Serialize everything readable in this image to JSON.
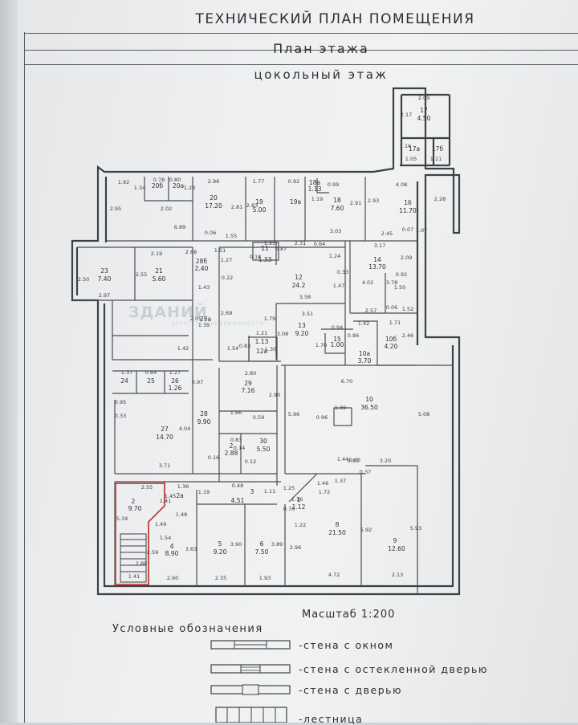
{
  "header": {
    "title": "ТЕХНИЧЕСКИЙ ПЛАН ПОМЕЩЕНИЯ",
    "subtitle": "План этажа",
    "floor": "цокольный этаж"
  },
  "watermark": {
    "text": "ЗДАНИЙ",
    "sub": "АГЕНТСТВО НЕДВИЖИМОСТИ"
  },
  "scale": "Масштаб 1:200",
  "legend": {
    "title": "Условные обозначения",
    "items": [
      {
        "symbol": "wall-window",
        "label": "-стена с окном"
      },
      {
        "symbol": "wall-glass-door",
        "label": "-стена с остекленной дверью"
      },
      {
        "symbol": "wall-door",
        "label": "-стена с дверью"
      },
      {
        "symbol": "stairs",
        "label": "-лестница"
      }
    ]
  },
  "rooms": [
    {
      "no": "17",
      "area": "4.50"
    },
    {
      "no": "17а",
      "area": ""
    },
    {
      "no": "17б",
      "area": ""
    },
    {
      "no": "20",
      "area": "17.20"
    },
    {
      "no": "20б",
      "area": ""
    },
    {
      "no": "20а",
      "area": ""
    },
    {
      "no": "19",
      "area": "5.00"
    },
    {
      "no": "19а",
      "area": ""
    },
    {
      "no": "18а",
      "area": "1.13"
    },
    {
      "no": "18",
      "area": "7.60"
    },
    {
      "no": "16",
      "area": "11.70"
    },
    {
      "no": "23",
      "area": "7.40"
    },
    {
      "no": "21",
      "area": "5.60"
    },
    {
      "no": "28б",
      "area": "2.40"
    },
    {
      "no": "11",
      "area": "1.33"
    },
    {
      "no": "12",
      "area": "24.2"
    },
    {
      "no": "14",
      "area": "13.70"
    },
    {
      "no": "13",
      "area": "9.20"
    },
    {
      "no": "15",
      "area": "1.00"
    },
    {
      "no": "10б",
      "area": "4.20"
    },
    {
      "no": "10а",
      "area": "3.70"
    },
    {
      "no": "12а",
      "area": "1.13"
    },
    {
      "no": "28а",
      "area": ""
    },
    {
      "no": "24",
      "area": ""
    },
    {
      "no": "25",
      "area": ""
    },
    {
      "no": "26",
      "area": "1.26"
    },
    {
      "no": "29",
      "area": "7.16"
    },
    {
      "no": "27",
      "area": "14.70"
    },
    {
      "no": "28",
      "area": "9.90"
    },
    {
      "no": "10",
      "area": "36.50"
    },
    {
      "no": "30",
      "area": "5.50"
    },
    {
      "no": "2",
      "area": "2.88"
    },
    {
      "no": "2",
      "area": "9.70"
    },
    {
      "no": "2а",
      "area": ""
    },
    {
      "no": "3",
      "area": "4.51"
    },
    {
      "no": "4",
      "area": "8.90"
    },
    {
      "no": "5",
      "area": "9.20"
    },
    {
      "no": "6",
      "area": "7.50"
    },
    {
      "no": "8",
      "area": "21.50"
    },
    {
      "no": "9",
      "area": "12.60"
    },
    {
      "no": "1",
      "area": "1.12"
    }
  ],
  "dimensions": [
    "2.09",
    "2.17",
    "1.16",
    "1.05",
    "1.11",
    "1.92",
    "1.34",
    "0.78",
    "0.80",
    "1.28",
    "2.96",
    "1.77",
    "0.92",
    "0.99",
    "4.08",
    "2.95",
    "2.02",
    "2.81",
    "2.83",
    "1.19",
    "2.91",
    "2.93",
    "2.28",
    "6.89",
    "0.06",
    "1.55",
    "2.31",
    "0.64",
    "3.03",
    "2.45",
    "0.07",
    "1.07",
    "2.19",
    "2.68",
    "1.51",
    "1.23",
    "0.87",
    "3.17",
    "2.50",
    "2.55",
    "1.27",
    "0.18",
    "1.24",
    "2.09",
    "0.22",
    "0.33",
    "0.92",
    "2.97",
    "1.43",
    "3.58",
    "1.47",
    "4.02",
    "3.78",
    "1.50",
    "1.52",
    "2.69",
    "1.79",
    "3.51",
    "2.57",
    "0.06",
    "2.05",
    "1.39",
    "1.42",
    "1.71",
    "1.70",
    "1.21",
    "3.08",
    "0.94",
    "2.80",
    "2.46",
    "1.42",
    "1.54",
    "0.83",
    "1.30",
    "0.86",
    "1.37",
    "0.84",
    "1.27",
    "6.70",
    "0.97",
    "2.90",
    "1.39",
    "0.95",
    "5.96",
    "0.96",
    "5.08",
    "0.33",
    "1.66",
    "0.59",
    "4.04",
    "0.83",
    "0.14",
    "3.71",
    "0.16",
    "0.12",
    "1.44",
    "0.05",
    "3.20",
    "2.55",
    "1.36",
    "0.48",
    "1.11",
    "1.25",
    "0.37",
    "1.41",
    "1.19",
    "1.16",
    "1.46",
    "1.37",
    "1.45",
    "0.85",
    "1.72",
    "5.34",
    "1.49",
    "1.48",
    "0.76",
    "1.22",
    "1.54",
    "2.59",
    "3.63",
    "3.90",
    "3.89",
    "2.96",
    "5.92",
    "5.93",
    "2.88",
    "1.41",
    "2.60",
    "2.35",
    "1.93",
    "4.72",
    "2.13"
  ]
}
